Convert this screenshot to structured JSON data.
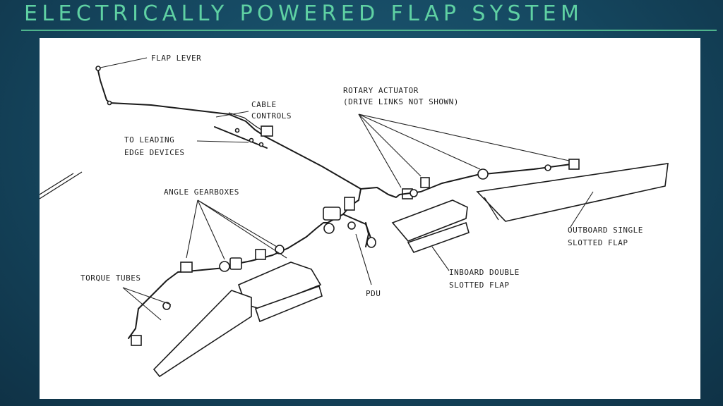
{
  "slide": {
    "title": "ELECTRICALLY POWERED FLAP SYSTEM"
  },
  "diagram": {
    "labels": {
      "flap_lever": "FLAP LEVER",
      "cable_controls": [
        "CABLE",
        "CONTROLS"
      ],
      "leading_edge": [
        "TO LEADING",
        "EDGE DEVICES"
      ],
      "rotary_actuator": [
        "ROTARY ACTUATOR",
        "(DRIVE LINKS NOT SHOWN)"
      ],
      "angle_gearboxes": "ANGLE GEARBOXES",
      "torque_tubes": "TORQUE TUBES",
      "pdu": "PDU",
      "inboard_flap": [
        "INBOARD DOUBLE",
        "SLOTTED FLAP"
      ],
      "outboard_flap": [
        "OUTBOARD SINGLE",
        "SLOTTED FLAP"
      ]
    }
  },
  "colors": {
    "background": "#164a63",
    "title": "#5fd1a3",
    "panel": "#ffffff",
    "line": "#1a1a1a"
  }
}
